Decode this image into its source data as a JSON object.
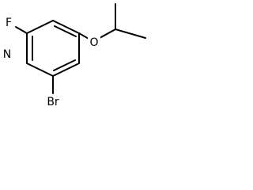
{
  "molecule": {
    "atoms": {
      "fluorine": "F",
      "nitrogen": "N",
      "oxygen": "O",
      "bromine": "Br"
    },
    "colors": {
      "bond": "#000000",
      "label": "#000000",
      "background": "#ffffff"
    }
  }
}
